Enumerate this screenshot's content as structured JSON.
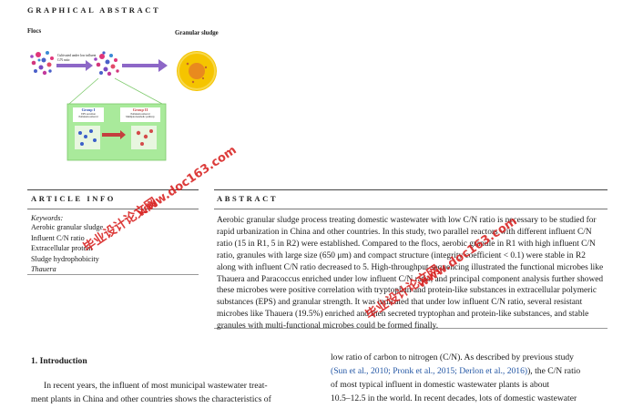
{
  "header": {
    "graphical_abstract_heading": "GRAPHICAL ABSTRACT"
  },
  "figure": {
    "flocs_label": "Flocs",
    "arrow_caption": "Cultivated under low influent C/N ratio",
    "granular_label": "Granular sludge",
    "group1_title": "Group I",
    "group1_sub": "EPS secretion\nPollutants removal",
    "group2_title": "Group II",
    "group2_sub": "Pollutants removal\nMultiple metabolic pathway",
    "colors": {
      "granule_outer": "#f5c400",
      "granule_core": "#e98a1e",
      "panel_green": "#a9ea9b",
      "arrow_purple": "#8d67c7"
    }
  },
  "article_info": {
    "heading": "ARTICLE INFO",
    "keywords_label": "Keywords:",
    "keywords": [
      "Aerobic granular sludge",
      "Influent C/N ratio",
      "Extracellular protein",
      "Sludge hydrophobicity",
      "Thauera"
    ]
  },
  "abstract": {
    "heading": "ABSTRACT",
    "lines": [
      "Aerobic granular sludge process treating domestic wastewater with low C/N ratio is necessary to be studied for",
      "rapid urbanization in China and other countries. In this study, two parallel reactors with different influent C/N",
      "ratio (15 in R1, 5 in R2) were established. Compared to the flocs, aerobic granule in R1 with high influent C/N",
      "ratio, granules with large size (650 μm) and compact structure (integrity coefficient < 0.1) were stable in R2",
      "along with influent C/N ratio decreased to 5. High-throughput sequencing illustrated the functional microbes like",
      "Thauera and Paracoccus enriched under low influent C/N ratio, and principal component analysis further showed",
      "these microbes were positive correlation with tryptophan and protein-like substances in extracellular polymeric",
      "substances (EPS) and granular strength. It was indicated that under low influent C/N ratio, several resistant",
      "microbes like Thauera (19.5%) enriched and then secreted tryptophan and protein-like substances, and stable",
      "granules with multi-functional microbes could be formed finally."
    ]
  },
  "intro": {
    "heading": "1.  Introduction",
    "left_lines": [
      "In recent years, the influent of most municipal wastewater treat-",
      "ment plants in China and other countries shows the characteristics of"
    ],
    "right_line1": "low ratio of carbon to nitrogen (C/N). As described by previous study",
    "right_cite_open": "(",
    "right_cite": "Sun et al., 2010; Pronk et al., 2015; Derlon et al., 2016",
    "right_cite_close": "), the C/N ratio",
    "right_line3": "of most typical influent in domestic wastewater plants is about",
    "right_line4": "10.5–12.5 in the world. In recent decades, lots of domestic wastewater"
  },
  "watermarks": [
    "毕业设计论文网",
    "www.doc163.com",
    "毕业设计论文网",
    "www.doc163.com"
  ]
}
